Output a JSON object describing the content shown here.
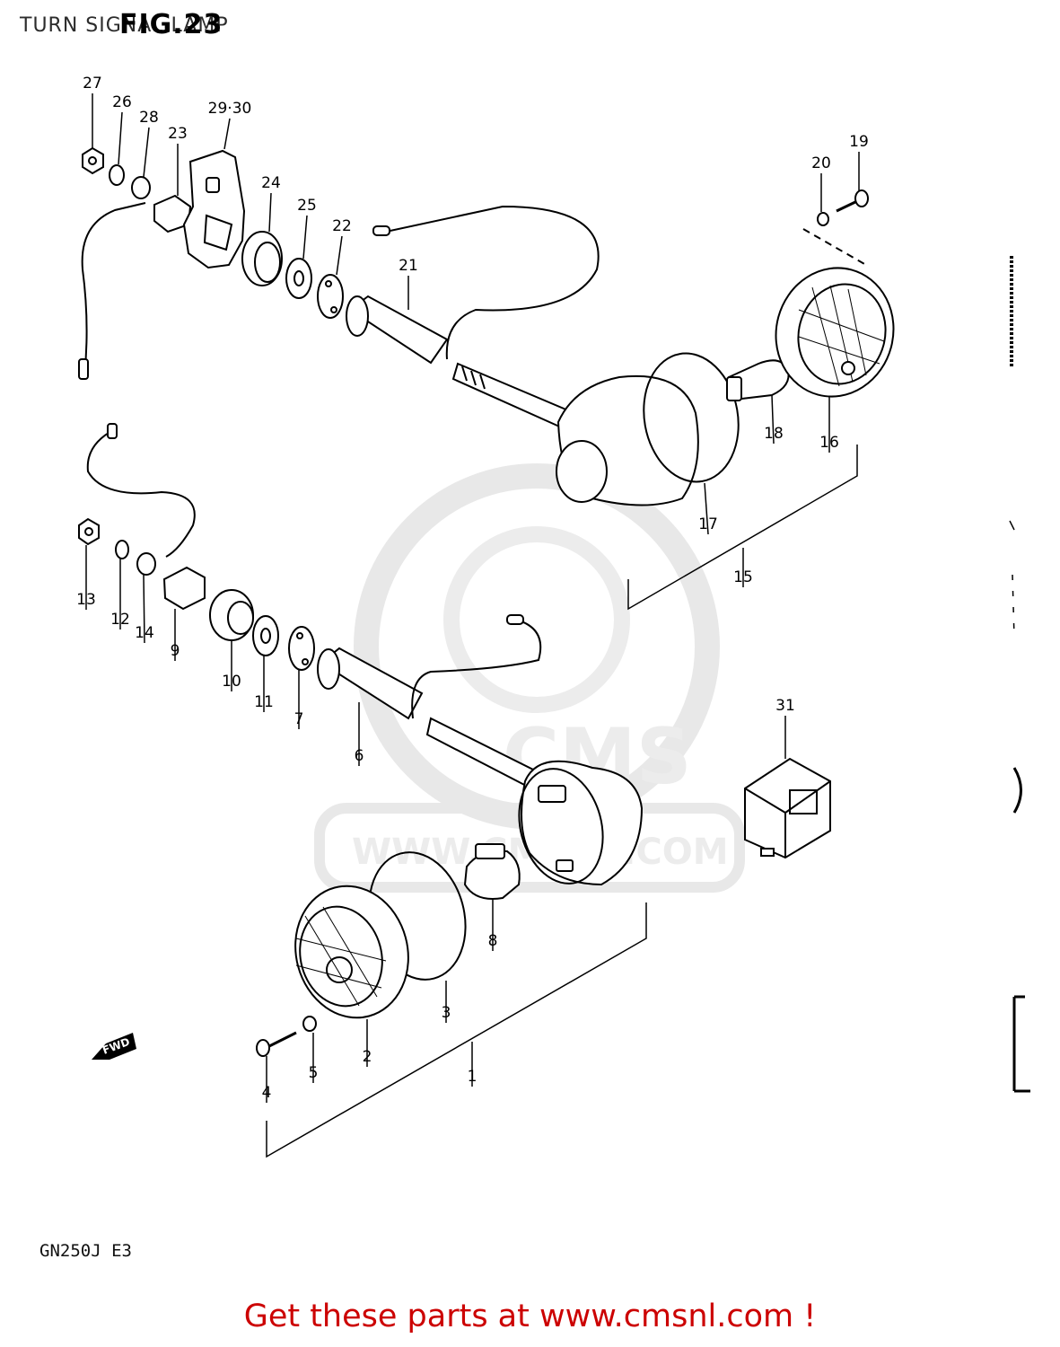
{
  "header": {
    "section_title": "TURN SIGNAL LAMP",
    "figure_title": "FIG.23"
  },
  "diagram": {
    "model_code": "GN250J  E3",
    "fwd_label": "FWD",
    "part_numbers": [
      "1",
      "2",
      "3",
      "4",
      "5",
      "6",
      "7",
      "8",
      "9",
      "10",
      "11",
      "12",
      "13",
      "14",
      "15",
      "16",
      "17",
      "18",
      "19",
      "20",
      "21",
      "22",
      "23",
      "24",
      "25",
      "26",
      "27",
      "28",
      "29·30",
      "31"
    ],
    "watermark": {
      "brand": "CMS",
      "url": "WWW.CMSNL.COM"
    }
  },
  "footer": {
    "banner": "Get these parts at www.cmsnl.com !"
  },
  "colors": {
    "line": "#000000",
    "banner": "#cc0000",
    "watermark": "#e6e6e6"
  }
}
